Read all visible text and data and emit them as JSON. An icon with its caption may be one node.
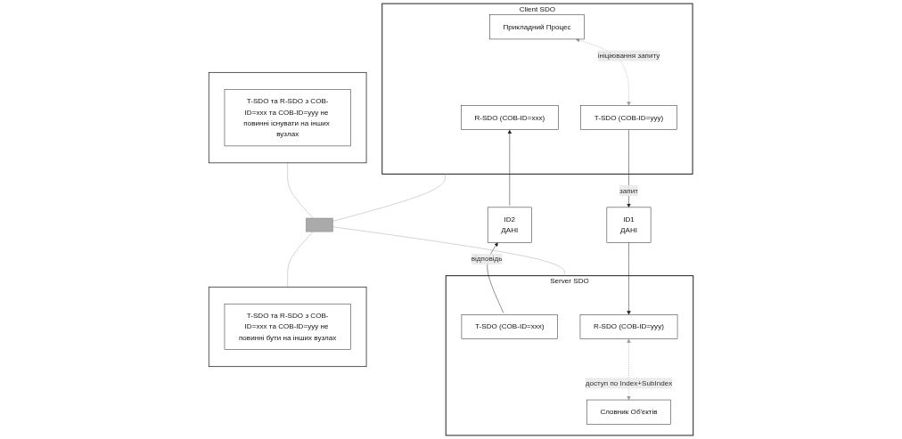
{
  "diagram": {
    "nodes": [
      {
        "text": [],
        "shape": "box"
      },
      {
        "text": [
          "T-SDO та R-SDO з COB-ID=xxx та COB-ID=yyy не повинні існувати на інших вузлах"
        ],
        "in": 0
      },
      {
        "text": [
          "Client SDO"
        ]
      },
      {
        "text": [
          "Прикладний Процес"
        ],
        "in": 2
      },
      {
        "text": [
          "R-SDO (COB-ID=xxx)"
        ],
        "in": 2
      },
      {
        "text": [
          "T-SDO (COB-ID=yyy)"
        ],
        "in": 2
      },
      {
        "text": [],
        "shape": "bar"
      },
      {
        "text": [
          "ID2",
          "ДАНІ"
        ]
      },
      {
        "text": [
          "ID1",
          "ДАНІ"
        ]
      },
      {
        "text": [
          "Server SDO"
        ]
      },
      {
        "text": [
          "T-SDO (COB-ID=xxx)"
        ],
        "in": 9
      },
      {
        "text": [
          "R-SDO (COB-ID=yyy)"
        ],
        "in": 9
      },
      {
        "text": [
          "Словник Об'єктів"
        ],
        "in": 9
      },
      {
        "text": [],
        "shape": "box"
      },
      {
        "text": [
          "T-SDO та R-SDO з COB-ID=xxx та COB-ID=yyy не повинні бути на інших вузлах"
        ],
        "in": 13
      }
    ],
    "edges": [
      {
        "from": 3,
        "to": 5,
        "arrow": "both",
        "label": "ініціювання запиту",
        "style": "dashed",
        "color": "#999999"
      },
      {
        "from": 5,
        "to": 8,
        "arrow": "to",
        "label": "запит"
      },
      {
        "from": 8,
        "to": 11,
        "arrow": "to"
      },
      {
        "from": 10,
        "to": 7,
        "arrow": "to",
        "label": "відповідь"
      },
      {
        "from": 7,
        "to": 4,
        "arrow": "to"
      },
      {
        "from": 11,
        "to": 12,
        "arrow": "both",
        "label": "доступ по Index+SubIndex",
        "style": "dashed",
        "color": "#999999"
      },
      {
        "from": 0,
        "to": 6,
        "arrow": "none",
        "color": "#aaaaaa"
      },
      {
        "from": 2,
        "to": 6,
        "arrow": "none",
        "color": "#aaaaaa"
      },
      {
        "from": 6,
        "to": 9,
        "arrow": "none",
        "color": "#aaaaaa"
      },
      {
        "from": 6,
        "to": 13,
        "arrow": "none",
        "color": "#aaaaaa"
      }
    ]
  }
}
